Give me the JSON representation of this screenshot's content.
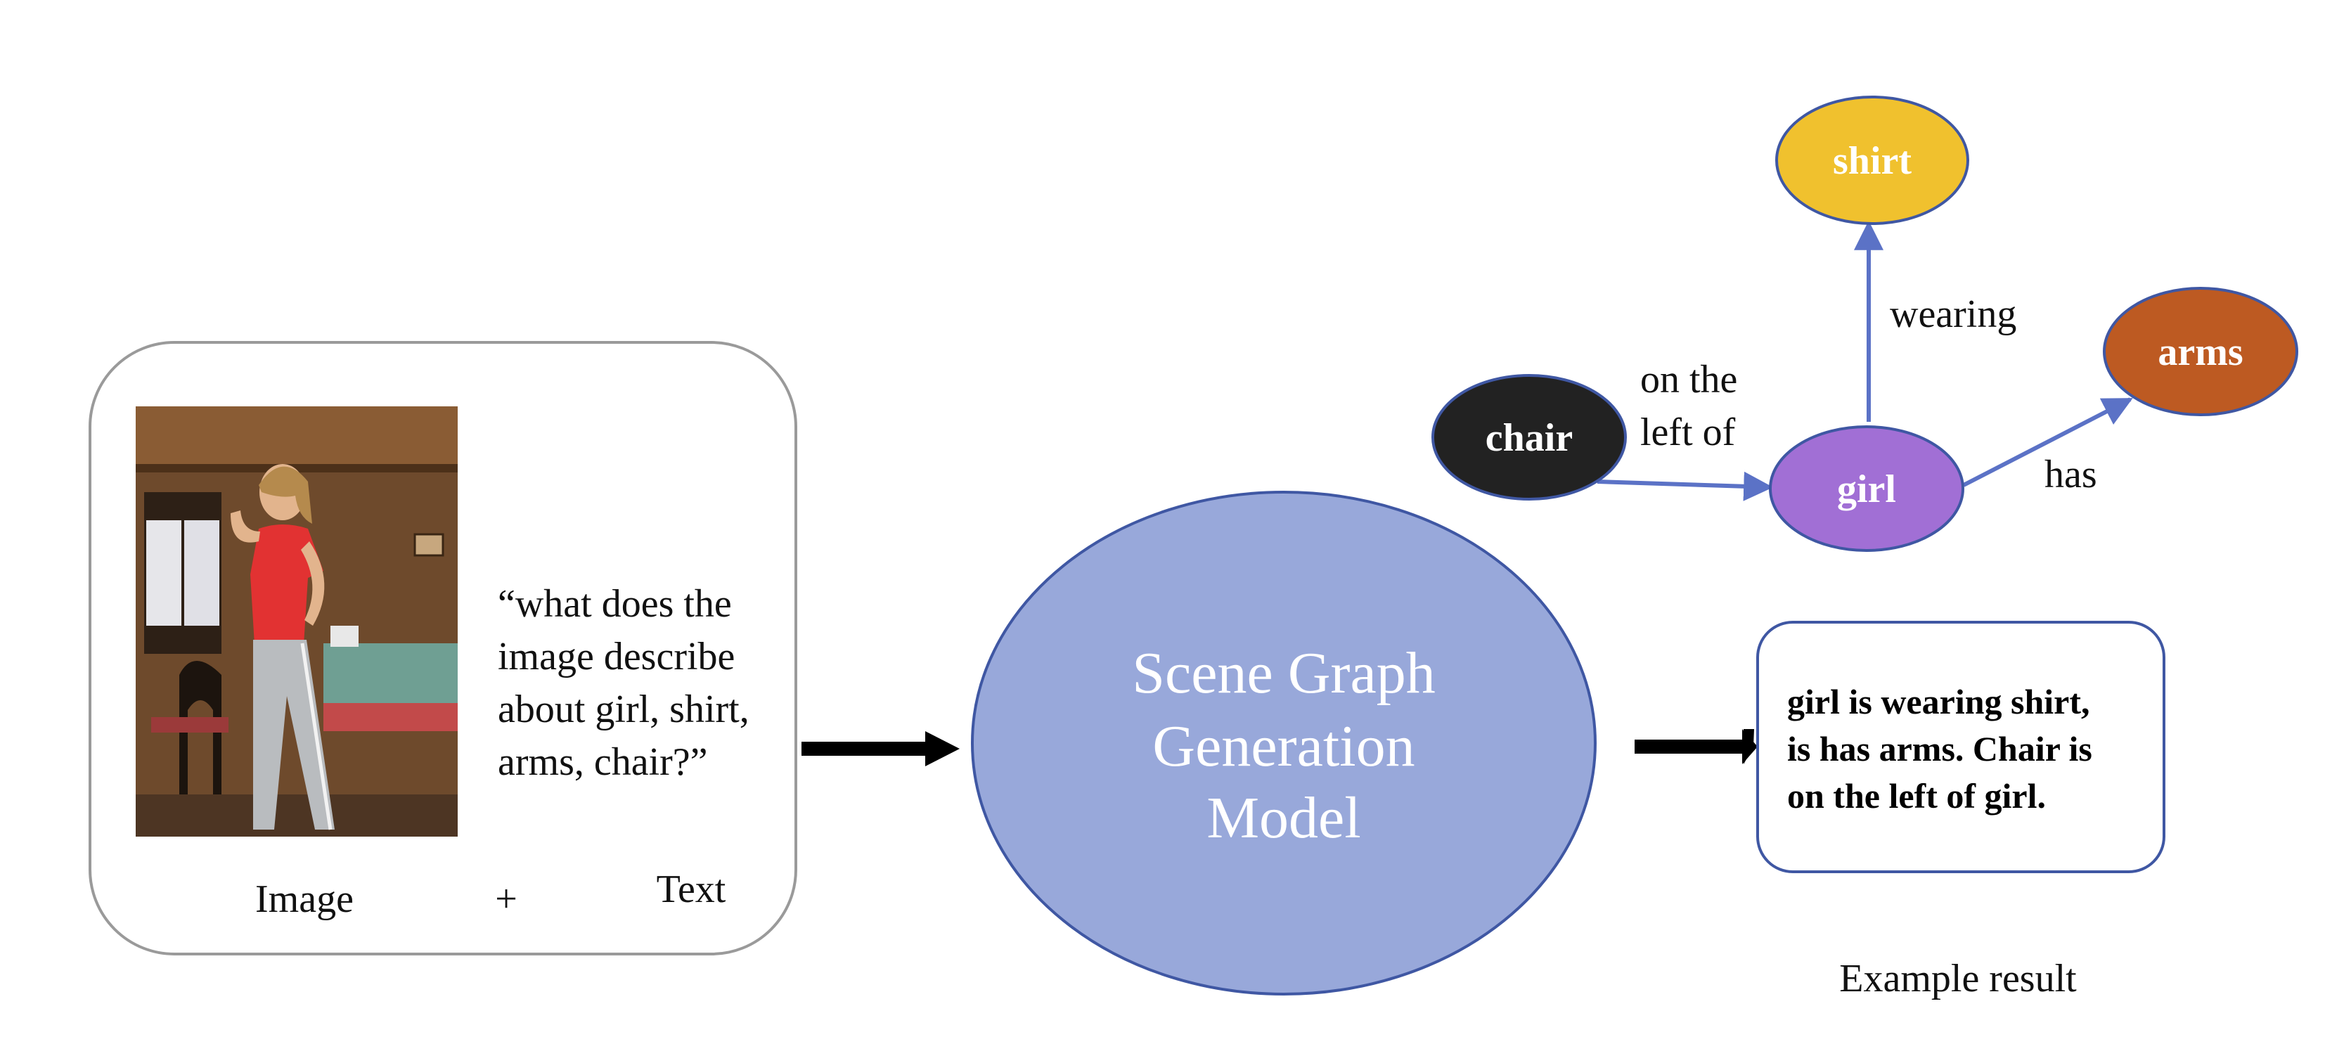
{
  "input": {
    "image_label": "Image",
    "plus": "+",
    "text_label": "Text",
    "query_lines": [
      "“what does the",
      "image describe",
      "about girl, shirt,",
      "arms, chair?”"
    ]
  },
  "model": {
    "lines": [
      "Scene Graph",
      "Generation",
      "Model"
    ]
  },
  "graph": {
    "nodes": {
      "shirt": "shirt",
      "arms": "arms",
      "chair": "chair",
      "girl": "girl"
    },
    "edges": {
      "wearing": "wearing",
      "has": "has",
      "left_of_lines": [
        "on the",
        "left of"
      ]
    }
  },
  "result": {
    "lines": [
      "girl is wearing shirt,",
      "is has arms. Chair is",
      "on the left of girl."
    ],
    "caption": "Example result"
  },
  "colors": {
    "model_fill": "#98a8da",
    "node_shirt": "#f0c12e",
    "node_arms": "#bd5a22",
    "node_chair": "#222222",
    "node_girl": "#a16fd5",
    "edge": "#5b72c6"
  }
}
